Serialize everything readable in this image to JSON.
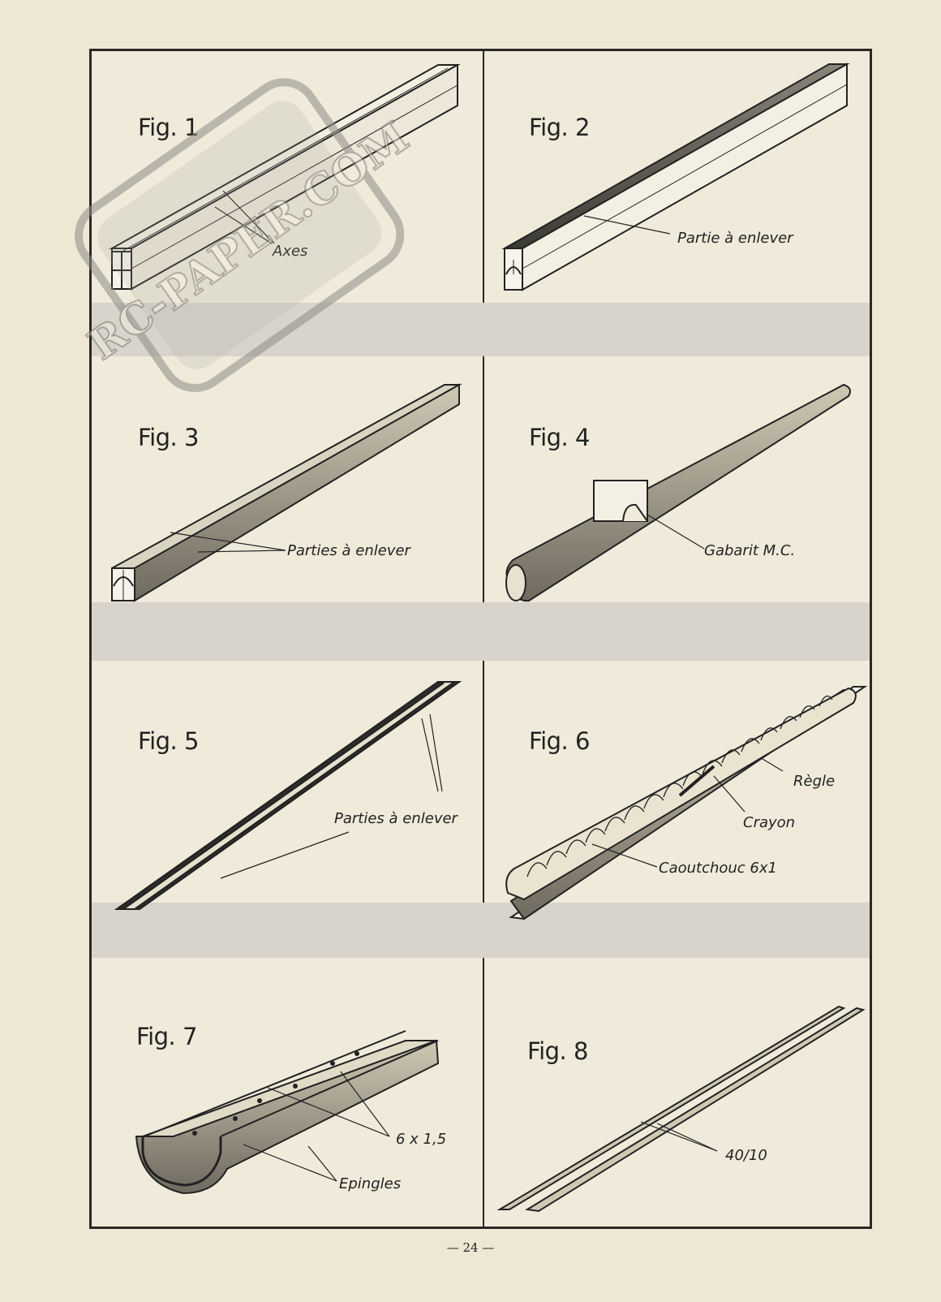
{
  "figures": [
    {
      "label": "Fig. 1",
      "callouts": [
        "Axes"
      ]
    },
    {
      "label": "Fig. 2",
      "callouts": [
        "Partie à enlever"
      ]
    },
    {
      "label": "Fig. 3",
      "callouts": [
        "Parties à enlever"
      ]
    },
    {
      "label": "Fig. 4",
      "callouts": [
        "Gabarit M.C."
      ]
    },
    {
      "label": "Fig. 5",
      "callouts": [
        "Parties à enlever"
      ]
    },
    {
      "label": "Fig. 6",
      "callouts": [
        "Règle",
        "Crayon",
        "Caoutchouc 6x1"
      ]
    },
    {
      "label": "Fig. 7",
      "callouts": [
        "6 x 1,5",
        "Epingles"
      ]
    },
    {
      "label": "Fig. 8",
      "callouts": [
        "40/10"
      ]
    }
  ],
  "watermark": {
    "text": "RC-PAPER.COM"
  },
  "page_number": "— 24 —",
  "colors": {
    "paper": "#ede7d3",
    "band": "#d8d4cb",
    "ink": "#2a2824"
  }
}
